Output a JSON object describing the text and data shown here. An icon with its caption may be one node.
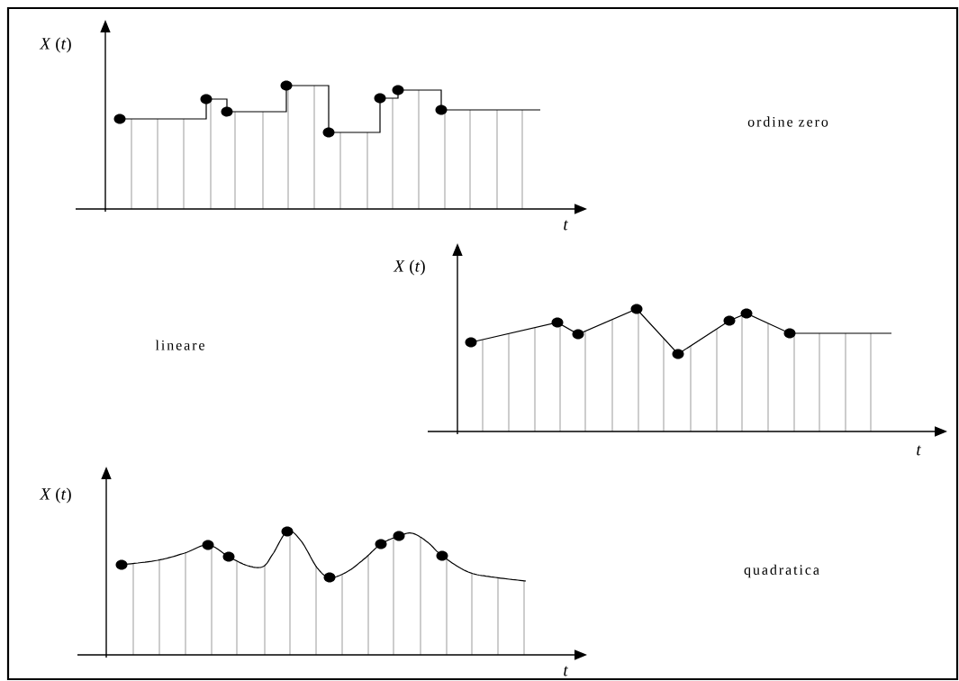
{
  "diagram": {
    "labels": [
      "*X*  (*t*)",
      "ordine zero",
      "t",
      "*X*  (*t*)",
      "lineare",
      "t",
      "*X*  (*t*)",
      "quadratica",
      "t"
    ]
  }
}
